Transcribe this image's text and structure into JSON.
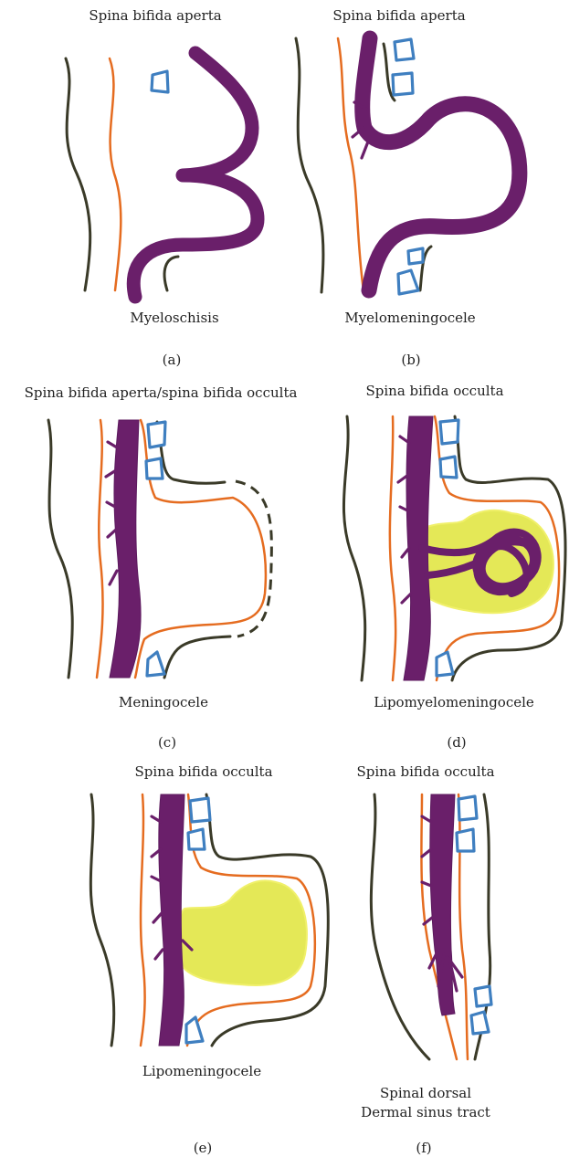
{
  "panels": [
    {
      "id": "a",
      "category": "Spina bifida aperta",
      "name": "Myeloschisis",
      "letter": "(a)"
    },
    {
      "id": "b",
      "category": "Spina bifida aperta",
      "name": "Myelomeningocele",
      "letter": "(b)"
    },
    {
      "id": "c",
      "category": "Spina bifida aperta/spina bifida occulta",
      "name": "Meningocele",
      "letter": "(c)"
    },
    {
      "id": "d",
      "category": "Spina bifida occulta",
      "name": "Lipomyelomeningocele",
      "letter": "(d)"
    },
    {
      "id": "e",
      "category": "Spina bifida occulta",
      "name": "Lipomeningocele",
      "letter": "(e)"
    },
    {
      "id": "f",
      "category": "Spina bifida occulta",
      "name": "Spinal dorsal\nDermal sinus tract",
      "letter": "(f)"
    }
  ],
  "colors": {
    "spinal_cord": "#6a1f6a",
    "dura": "#e56c20",
    "skin": "#3a3a28",
    "vertebra": "#3f7fc0",
    "fat": "#e4e857"
  }
}
